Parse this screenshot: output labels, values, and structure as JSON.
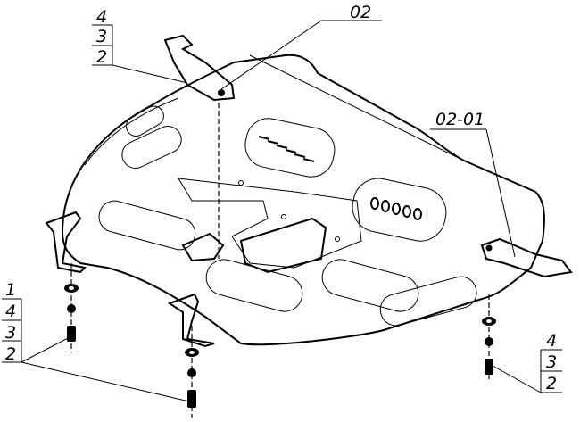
{
  "callouts": {
    "top_left": {
      "items": [
        "4",
        "3",
        "2"
      ]
    },
    "top_center": {
      "label": "02"
    },
    "right_mid": {
      "label": "02-01"
    },
    "left_bottom": {
      "items": [
        "1",
        "4",
        "3",
        "2"
      ]
    },
    "right_bottom": {
      "items": [
        "4",
        "3",
        "2"
      ]
    }
  }
}
